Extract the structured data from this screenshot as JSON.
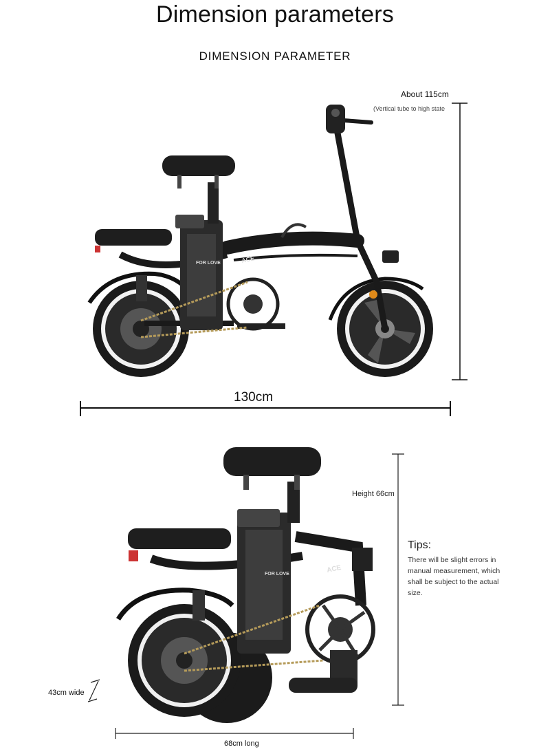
{
  "header": {
    "title": "Dimension parameters",
    "subtitle": "DIMENSION PARAMETER"
  },
  "unfolded": {
    "height_label": "About 115cm",
    "height_note": "(Vertical tube to high state",
    "length_label": "130cm"
  },
  "folded": {
    "height_label": "Height 66cm",
    "width_label": "43cm wide",
    "length_label": "68cm long"
  },
  "tips": {
    "title": "Tips:",
    "body": "There will be slight errors in manual measurement, which shall be subject to the actual size."
  },
  "decor": {
    "frame_text": "ACE",
    "frame_brand": "FOR LOVE"
  }
}
